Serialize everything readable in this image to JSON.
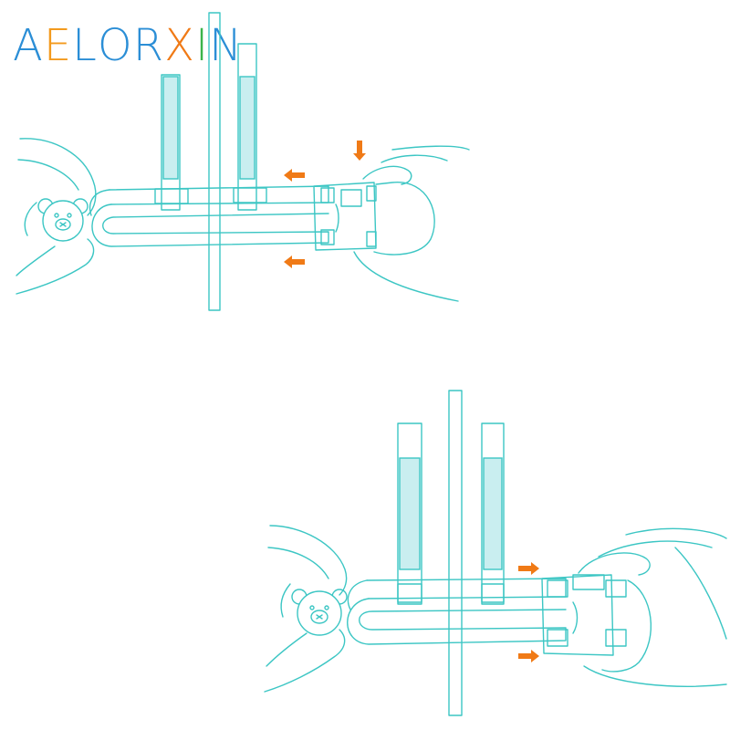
{
  "logo": {
    "letters": [
      {
        "ch": "A",
        "color": "#2b8ed6"
      },
      {
        "ch": "E",
        "color": "#f39a1e"
      },
      {
        "ch": "L",
        "color": "#2b8ed6"
      },
      {
        "ch": "O",
        "color": "#2b8ed6"
      },
      {
        "ch": "R",
        "color": "#2b8ed6"
      },
      {
        "ch": "X",
        "color": "#f07a16"
      },
      {
        "ch": "I",
        "color": "#3cb44a"
      },
      {
        "ch": "N",
        "color": "#2b8ed6"
      }
    ]
  },
  "colors": {
    "line": "#3cc6c4",
    "fill": "#c9eef0",
    "arrow": "#f07a16"
  },
  "steps": [
    {
      "name": "install-lock",
      "arrows": [
        "arrow-down",
        "arrow-left",
        "arrow-left"
      ]
    },
    {
      "name": "release-lock",
      "arrows": [
        "arrow-right",
        "arrow-right"
      ]
    }
  ]
}
